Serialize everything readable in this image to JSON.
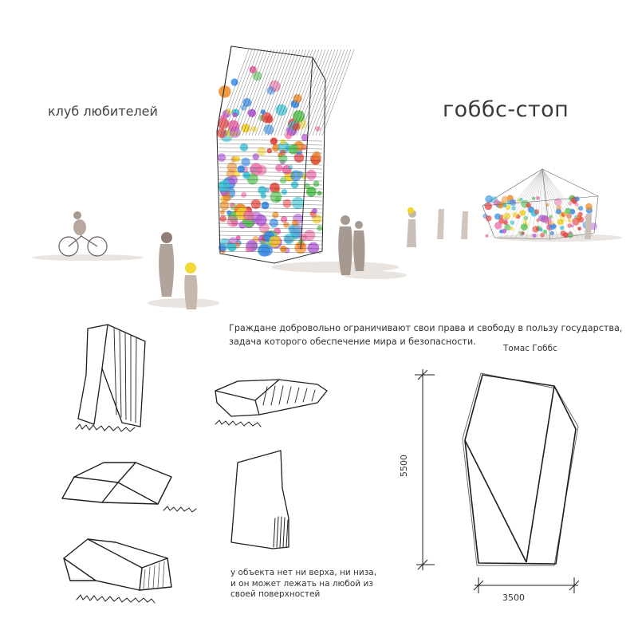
{
  "title_left": "клуб любителей",
  "title_right": "гоббс-стоп",
  "quote_lines": [
    "Граждане добровольно ограничивают свои права и свободу в пользу государства,",
    "задача которого обеспечение мира и безопасности."
  ],
  "author": "Томас Гоббс",
  "note_lines": [
    "у объекта нет ни верха, ни низа,",
    "и он может лежать на любой из",
    "своей поверхностей"
  ],
  "dimension_height": "5500",
  "dimension_width": "3500",
  "ball_colors": [
    "#e8413c",
    "#f08a24",
    "#f5d327",
    "#5cc65a",
    "#3a8ee8",
    "#b65ed8",
    "#f06aa8",
    "#36c3d6"
  ],
  "ink_color": "#1f1f1f"
}
